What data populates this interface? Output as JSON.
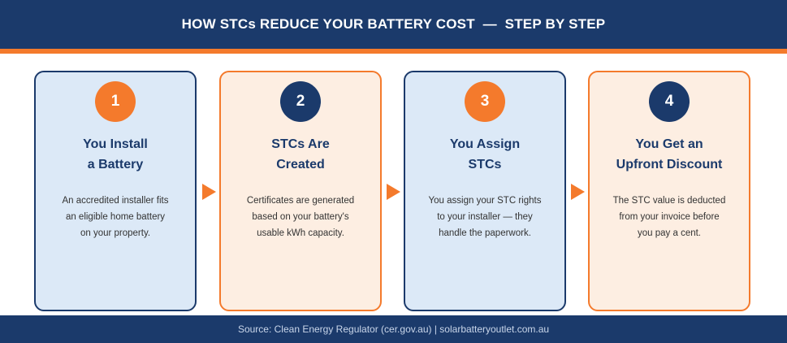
{
  "header": {
    "title": "HOW STCs REDUCE YOUR BATTERY COST  —  STEP BY STEP"
  },
  "colors": {
    "navy": "#1b3a6b",
    "orange": "#f47a2c",
    "light_blue": "#dce9f7",
    "light_orange": "#fdeee2"
  },
  "steps": [
    {
      "number": "1",
      "title_lines": [
        "You Install",
        "a Battery"
      ],
      "body_lines": [
        "An accredited installer fits",
        "an eligible home battery",
        "on your property."
      ]
    },
    {
      "number": "2",
      "title_lines": [
        "STCs Are",
        "Created"
      ],
      "body_lines": [
        "Certificates are generated",
        "based on your battery's",
        "usable kWh capacity."
      ]
    },
    {
      "number": "3",
      "title_lines": [
        "You Assign",
        "STCs"
      ],
      "body_lines": [
        "You assign your STC rights",
        "to your installer — they",
        "handle the paperwork."
      ]
    },
    {
      "number": "4",
      "title_lines": [
        "You Get an",
        "Upfront Discount"
      ],
      "body_lines": [
        "The STC value is deducted",
        "from your invoice before",
        "you pay a cent."
      ]
    }
  ],
  "footer": {
    "source": "Source: Clean Energy Regulator (cer.gov.au) | solarbatteryoutlet.com.au"
  }
}
